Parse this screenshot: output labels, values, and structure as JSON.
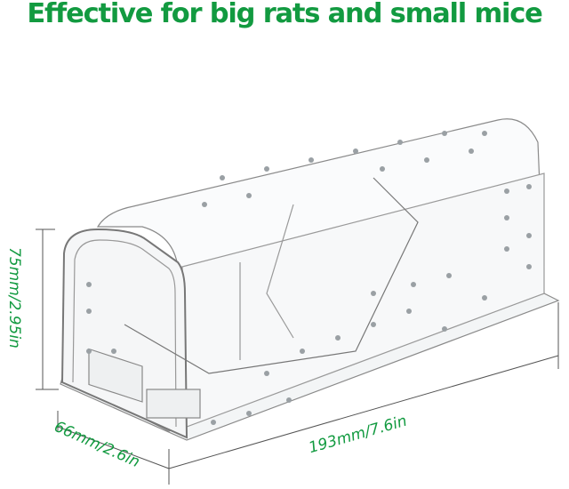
{
  "headline": "Effective for big rats and small mice",
  "dimensions": {
    "height": "75mm/2.95in",
    "width": "66mm/2.6in",
    "length": "193mm/7.6in"
  },
  "colors": {
    "accent": "#129a40",
    "outline": "#555555"
  }
}
